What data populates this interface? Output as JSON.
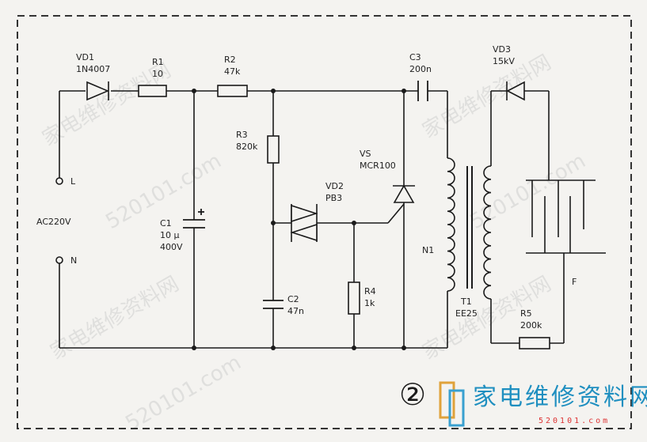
{
  "diagram": {
    "labels": {
      "vd1_ref": "VD1",
      "vd1_val": "1N4007",
      "r1_ref": "R1",
      "r1_val": "10",
      "r2_ref": "R2",
      "r2_val": "47k",
      "c3_ref": "C3",
      "c3_val": "200n",
      "vd3_ref": "VD3",
      "vd3_val": "15kV",
      "r3_ref": "R3",
      "r3_val": "820k",
      "vs_ref": "VS",
      "vs_val": "MCR100",
      "vd2_ref": "VD2",
      "vd2_val": "PB3",
      "term_l": "L",
      "term_n": "N",
      "ac_supply": "AC220V",
      "c1_ref": "C1",
      "c1_val": "10 μ",
      "c1_volt": "400V",
      "n1": "N1",
      "c2_ref": "C2",
      "c2_val": "47n",
      "r4_ref": "R4",
      "r4_val": "1k",
      "t1_ref": "T1",
      "t1_val": "EE25",
      "r5_ref": "R5",
      "r5_val": "200k",
      "grid_f": "F",
      "figure_number": "②"
    },
    "watermark": {
      "text_cn": "家电维修资料网",
      "text_url": "520101.com",
      "logo_cn": "家电维修资料网",
      "logo_url": "520101.com"
    }
  }
}
